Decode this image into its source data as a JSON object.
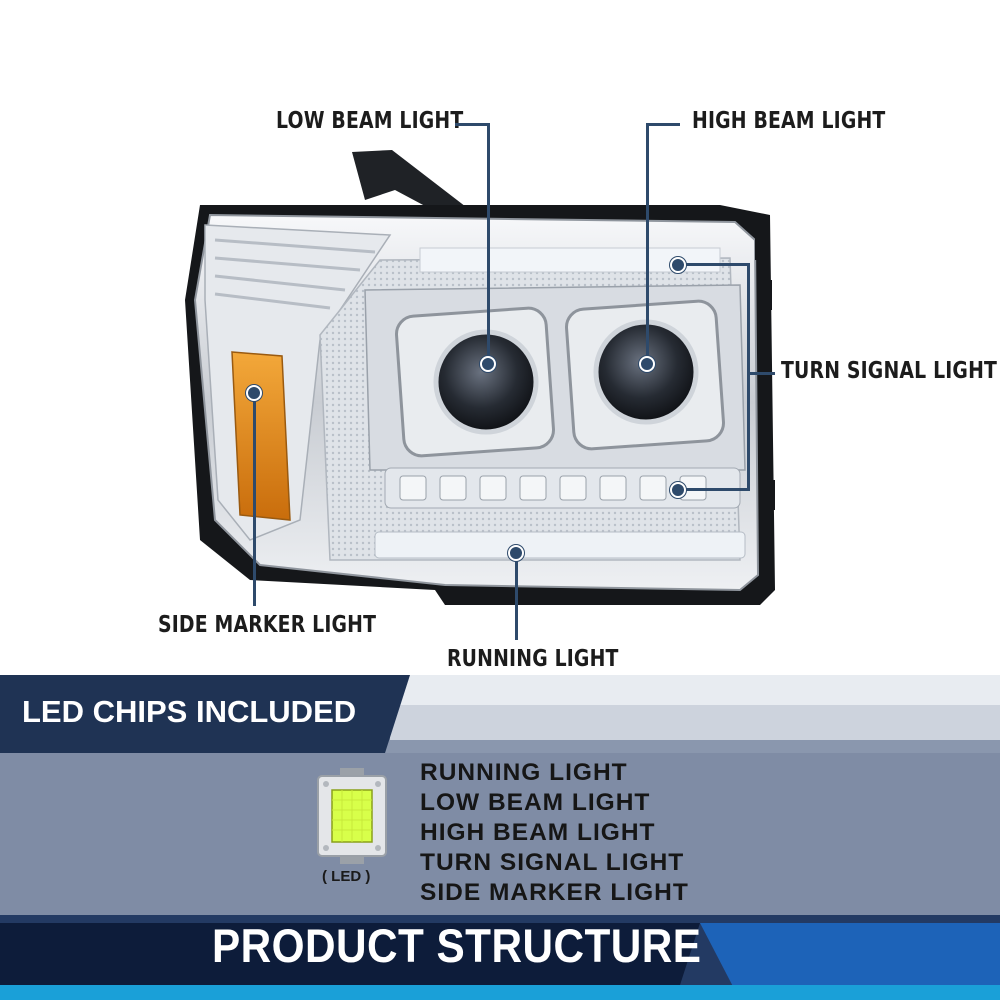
{
  "callouts": {
    "low_beam": "LOW BEAM LIGHT",
    "high_beam": "HIGH BEAM LIGHT",
    "turn_signal": "TURN SIGNAL LIGHT",
    "side_marker": "SIDE MARKER LIGHT",
    "running": "RUNNING LIGHT"
  },
  "led_section": {
    "banner": "LED CHIPS INCLUDED",
    "chip_caption": "( LED )",
    "items": [
      "RUNNING LIGHT",
      "LOW BEAM LIGHT",
      "HIGH BEAM LIGHT",
      "TURN SIGNAL LIGHT",
      "SIDE MARKER LIGHT"
    ]
  },
  "footer": {
    "title": "PRODUCT STRUCTURE"
  },
  "colors": {
    "navy": "#24385a",
    "steel": "#7d8aa3",
    "line": "#2e4a6b",
    "amber": "#e08a18",
    "blue_accent": "#2f7fd0"
  },
  "icons": [
    "led-chip-icon"
  ]
}
